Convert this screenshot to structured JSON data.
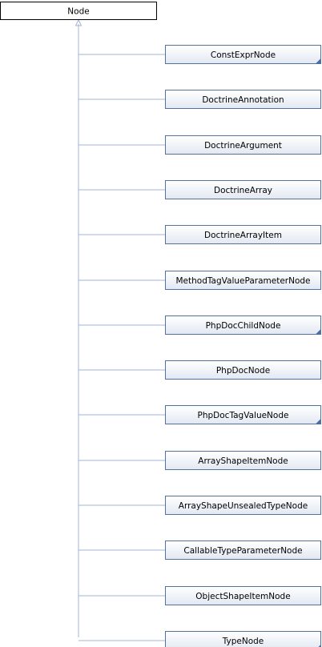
{
  "diagram": {
    "root": "Node",
    "children": [
      {
        "label": "ConstExprNode",
        "has_children": true
      },
      {
        "label": "DoctrineAnnotation",
        "has_children": false
      },
      {
        "label": "DoctrineArgument",
        "has_children": false
      },
      {
        "label": "DoctrineArray",
        "has_children": false
      },
      {
        "label": "DoctrineArrayItem",
        "has_children": false
      },
      {
        "label": "MethodTagValueParameterNode",
        "has_children": false
      },
      {
        "label": "PhpDocChildNode",
        "has_children": true
      },
      {
        "label": "PhpDocNode",
        "has_children": false
      },
      {
        "label": "PhpDocTagValueNode",
        "has_children": true
      },
      {
        "label": "ArrayShapeItemNode",
        "has_children": false
      },
      {
        "label": "ArrayShapeUnsealedTypeNode",
        "has_children": false
      },
      {
        "label": "CallableTypeParameterNode",
        "has_children": false
      },
      {
        "label": "ObjectShapeItemNode",
        "has_children": false
      },
      {
        "label": "TypeNode",
        "has_children": true
      }
    ]
  },
  "colors": {
    "edge": "#a3b4d6",
    "child_fill_top": "#ffffff",
    "child_fill_bottom": "#e2e8f2",
    "child_border": "#56729c",
    "root_fill": "#ffffff",
    "root_border": "#000000",
    "more_marker": "#4a6aa8"
  }
}
